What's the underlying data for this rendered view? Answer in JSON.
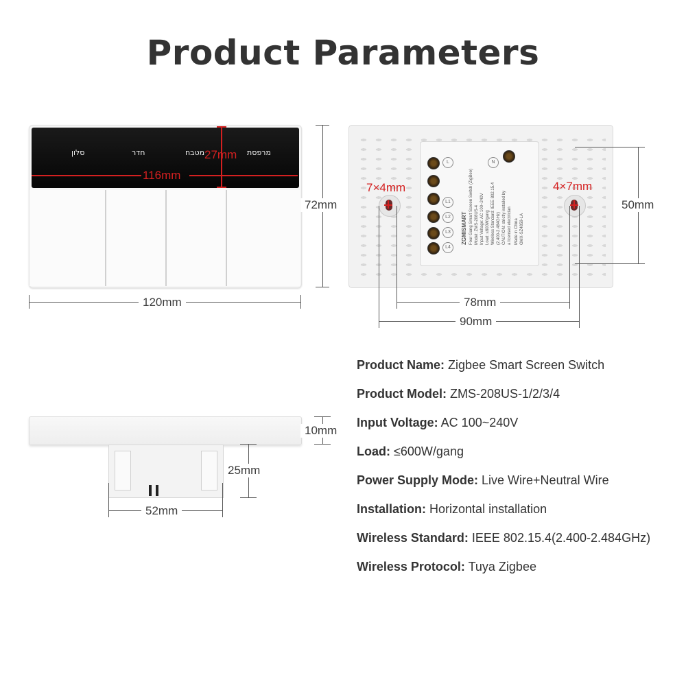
{
  "title": "Product Parameters",
  "front_view": {
    "screen_labels": [
      "סלון",
      "חדר",
      "מטבח",
      "מרפסת"
    ],
    "screen_height": "27mm",
    "screen_width": "116mm",
    "height": "72mm",
    "width": "120mm"
  },
  "back_view": {
    "hole_left": "7×4mm",
    "hole_right": "4×7mm",
    "height": "50mm",
    "hole_spacing": "78mm",
    "width": "90mm",
    "module_brand": "ZGMISMART",
    "module_text": [
      "Four Gang Smart Screen Switch (ZigBee)",
      "Model: ZMS-208US-4",
      "Input Voltage: AC 100~240V",
      "Load: ≤600W/gang",
      "Wireless Standard: IEEE 802.15.4",
      "(2.400-2.484GHz)",
      "CAUTION: strictly installed by",
      "a licensed electrician",
      "Made in China",
      "GMX-SZ4859-LA"
    ],
    "terminal_labels": [
      "L",
      "L1",
      "L2",
      "L3",
      "L4",
      "N"
    ]
  },
  "side_view": {
    "plate_thickness": "10mm",
    "box_depth": "25mm",
    "box_width": "52mm"
  },
  "specs": [
    {
      "label": "Product Name:",
      "value": "Zigbee Smart Screen Switch"
    },
    {
      "label": "Product Model:",
      "value": "ZMS-208US-1/2/3/4"
    },
    {
      "label": "Input Voltage:",
      "value": "AC 100~240V"
    },
    {
      "label": "Load:",
      "value": "≤600W/gang"
    },
    {
      "label": "Power Supply Mode:",
      "value": "Live Wire+Neutral Wire"
    },
    {
      "label": "Installation:",
      "value": "Horizontal installation"
    },
    {
      "label": "Wireless Standard:",
      "value": "IEEE 802.15.4(2.400-2.484GHz)"
    },
    {
      "label": "Wireless Protocol:",
      "value": "Tuya Zigbee"
    }
  ],
  "colors": {
    "dimension_red": "#d42020",
    "screen_black": "#0a0a0a",
    "text": "#333333"
  }
}
